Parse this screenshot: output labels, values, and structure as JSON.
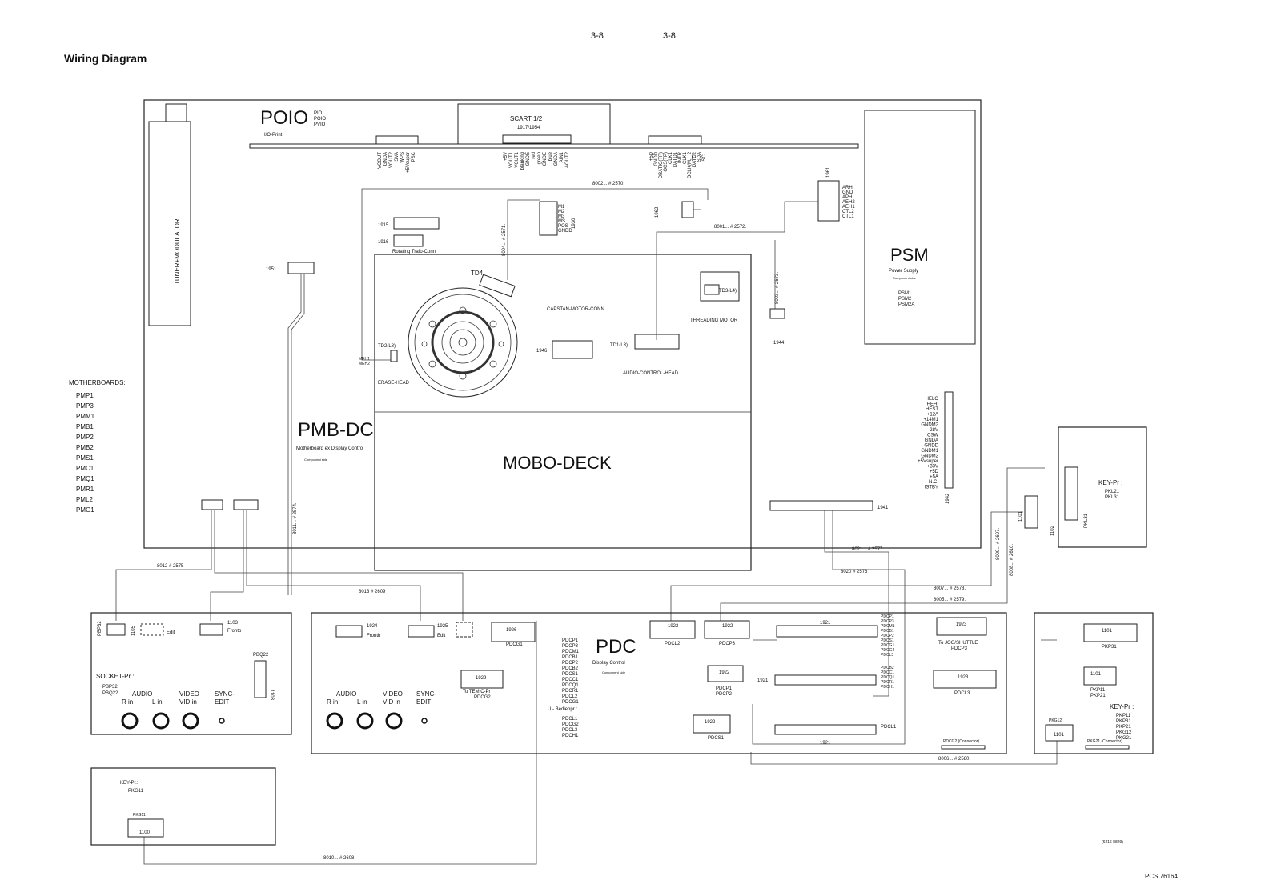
{
  "page": {
    "number_left": "3-8",
    "number_right": "3-8",
    "title": "Wiring Diagram",
    "drawing_ref": "PCS 76164",
    "small_ref": "(6216 8829)"
  },
  "poio": {
    "name": "POIO",
    "variants": [
      "PIO",
      "POIO",
      "PVIO"
    ],
    "subtitle": "I/O-Print",
    "scart_label": "SCART 1/2",
    "scart_numbers": "1917/1954",
    "left_signals": [
      "VCOUT",
      "GNDA",
      "VOUT2",
      "SVA",
      "WPS",
      "+5Vsuper",
      "PSC"
    ],
    "scart_signals": [
      "+5V",
      "VOUT1",
      "VCUT1",
      "blanking",
      "GNDE",
      "red",
      "green",
      "GNDE",
      "blue",
      "GNDA",
      "AIN1",
      "AOUT2"
    ],
    "right_signals": [
      "+5D",
      "GNDD",
      "DBATIC(TP)",
      "OCS(TP)",
      "CLK1",
      "DATD1",
      "INTR",
      "CLK1",
      "OCLK(M,I_2",
      "DATD2",
      "SDA",
      "SCL"
    ]
  },
  "tuner": {
    "label": "TUNER+MODULATOR"
  },
  "psm": {
    "name": "PSM",
    "subtitle": "Power Supply",
    "side": "Component side",
    "variants": [
      "PSM1",
      "PSM2",
      "PSM2A"
    ],
    "connector": "1942",
    "signals": [
      "HELO",
      "HEHI",
      "HEST",
      "+12A",
      "+14M1",
      "GNDM2",
      "-28V",
      "CSW",
      "GNDA",
      "GNDD",
      "GNDM1",
      "GNDM2",
      "+5Vsuper",
      "+33V",
      "+5D",
      "+5A",
      "N.C.",
      "ISTBY"
    ]
  },
  "pmb": {
    "name": "PMB-DC",
    "subtitle": "Motherboard ex Display Control",
    "side": "Component side"
  },
  "motherboards": {
    "heading": "MOTHERBOARDS:",
    "items": [
      "PMP1",
      "PMP3",
      "PMM1",
      "PMB1",
      "PMP2",
      "PMB2",
      "PMS1",
      "PMC1",
      "PMQ1",
      "PMR1",
      "PML2",
      "PMG1"
    ]
  },
  "mobo": {
    "name": "MOBO-DECK",
    "td4": "TD4",
    "td2": "TD2(L8)",
    "erase_head": "ERASE-HEAD",
    "capstan": "CAPSTAN-MOTOR-CONN",
    "c1946": "1946",
    "td1": "TD1(L3)",
    "audio_head": "AUDIO-CONTROL-HEAD",
    "td3": "TD3(L4)",
    "threading": "THREADING MOTOR",
    "c1944": "1944",
    "c1951": "1951",
    "c1915": "1915",
    "c1916": "1916",
    "rotating": "Rotating Trafo-Conn",
    "c1930": "1930",
    "c1962": "1962",
    "c1961": "1961",
    "c1941": "1941",
    "meh_labels": [
      "MEH1",
      "MEH2"
    ],
    "c1930_signals": [
      "M1",
      "M2",
      "M3",
      "MS",
      "POS",
      "GNDD"
    ],
    "c1961_signals": [
      "ARH",
      "GND",
      "APH",
      "AEH2",
      "AEH1",
      "CTL2",
      "CTL1"
    ]
  },
  "wires": {
    "w2570": "8002... # 2570.",
    "w2571": "8004... # 2571.",
    "w2572": "8001... # 2572.",
    "w2573": "8003... # 2573.",
    "w2574": "8011... # 2574.",
    "w2575": "8012   # 2575",
    "w2609": "8013  # 2609",
    "w2577": "8021... # 2577.",
    "w2576": "8020   # 2576",
    "w2578": "8007... # 2578.",
    "w2579": "8005... # 2579.",
    "w2607": "8009... # 2607.",
    "w2610": "8008... # 2610.",
    "w2580": "8006... # 2580.",
    "w2608": "8010... # 2608."
  },
  "socket": {
    "title": "SOCKET-Pr :",
    "variants": [
      "PBP32",
      "PBQ22"
    ],
    "audio": "AUDIO",
    "video": "VIDEO",
    "sync": "SYNC-",
    "edit": "EDIT",
    "r_in": "R in",
    "l_in": "L in",
    "vid_in": "VID in",
    "c1105": "1105",
    "c1103": "1103",
    "frontb": "Frontb",
    "edit_lbl": "Edit",
    "pbq22": "PBQ22",
    "c1103b": "1103",
    "pbp32": "PBP32"
  },
  "pdc": {
    "name": "PDC",
    "subtitle": "Display Control",
    "side": "Component side",
    "variants": [
      "PDCP1",
      "PDCP3",
      "PDCM1",
      "PDCB1",
      "PDCP2",
      "PDCB2",
      "PDCS1",
      "PDCC1",
      "PDCQ1",
      "PDCR1",
      "PDCL2",
      "PDCG1"
    ],
    "bed_title": "U - Bedienpr :",
    "bed_variants": [
      "PDCL1",
      "PDCG2",
      "PDCL3",
      "PDCH1"
    ],
    "c1924": "1924",
    "c1925": "1925",
    "c1926": "1926",
    "c1929": "1929",
    "to_temic": "To TEMIC-Pr",
    "pdcg2": "PDCG2",
    "pdcg1": "PDCG1",
    "frontb": "Frontb",
    "edit_lbl": "Edit",
    "c1922a": "1922",
    "pdcl2": "PDCL2",
    "c1922b": "1922",
    "pdcp3": "PDCP3",
    "c1921": "1921",
    "c1923a": "1923",
    "to_jog": "To JOG/SHUTTLE",
    "pdcp3b": "PDCP3",
    "c1922c": "1922",
    "pdcp1": "PDCP1",
    "pdcp2": "PDCP2",
    "c1921b": "1921",
    "c1923b": "1923",
    "pdcl3": "PDCL3",
    "c1922d": "1922",
    "pdcs1": "PDCS1",
    "c1921c": "1921",
    "pdcl1": "PDCL1",
    "pdcg2conn": "PDCG2 (Connector)",
    "c1921_right": [
      "PDCP1",
      "PDCP3",
      "PDCM1",
      "PDCB1",
      "PDCP2",
      "PDCS1",
      "PDCG1",
      "PDCG2",
      "PDCL3"
    ],
    "c1921b_right": [
      "PDCB2",
      "PDCC1",
      "PDCQ1",
      "PDCR1",
      "PDCH1"
    ]
  },
  "key_right": {
    "title": "KEY-Pr :",
    "variants": [
      "PKL21",
      "PKL31"
    ],
    "pkl31": "PKL31",
    "c1101": "1101",
    "c1102": "1102"
  },
  "key_lower_right": {
    "title": "KEY-Pr :",
    "variants": [
      "PKP11",
      "PKP31",
      "PKP21",
      "PKG12",
      "PKG21"
    ],
    "c1101a": "1101",
    "pkp31": "PKP31",
    "c1101b": "1101",
    "pkp11": "PKP11",
    "pkp21": "PKP21",
    "pkg12": "PKG12",
    "c1101c": "1101",
    "pkg21conn": "PKG21 (Connector)"
  },
  "key_left": {
    "title": "KEY-Pr.:",
    "variant": "PKG11",
    "conn_label": "PKG11",
    "c1100": "1100"
  }
}
